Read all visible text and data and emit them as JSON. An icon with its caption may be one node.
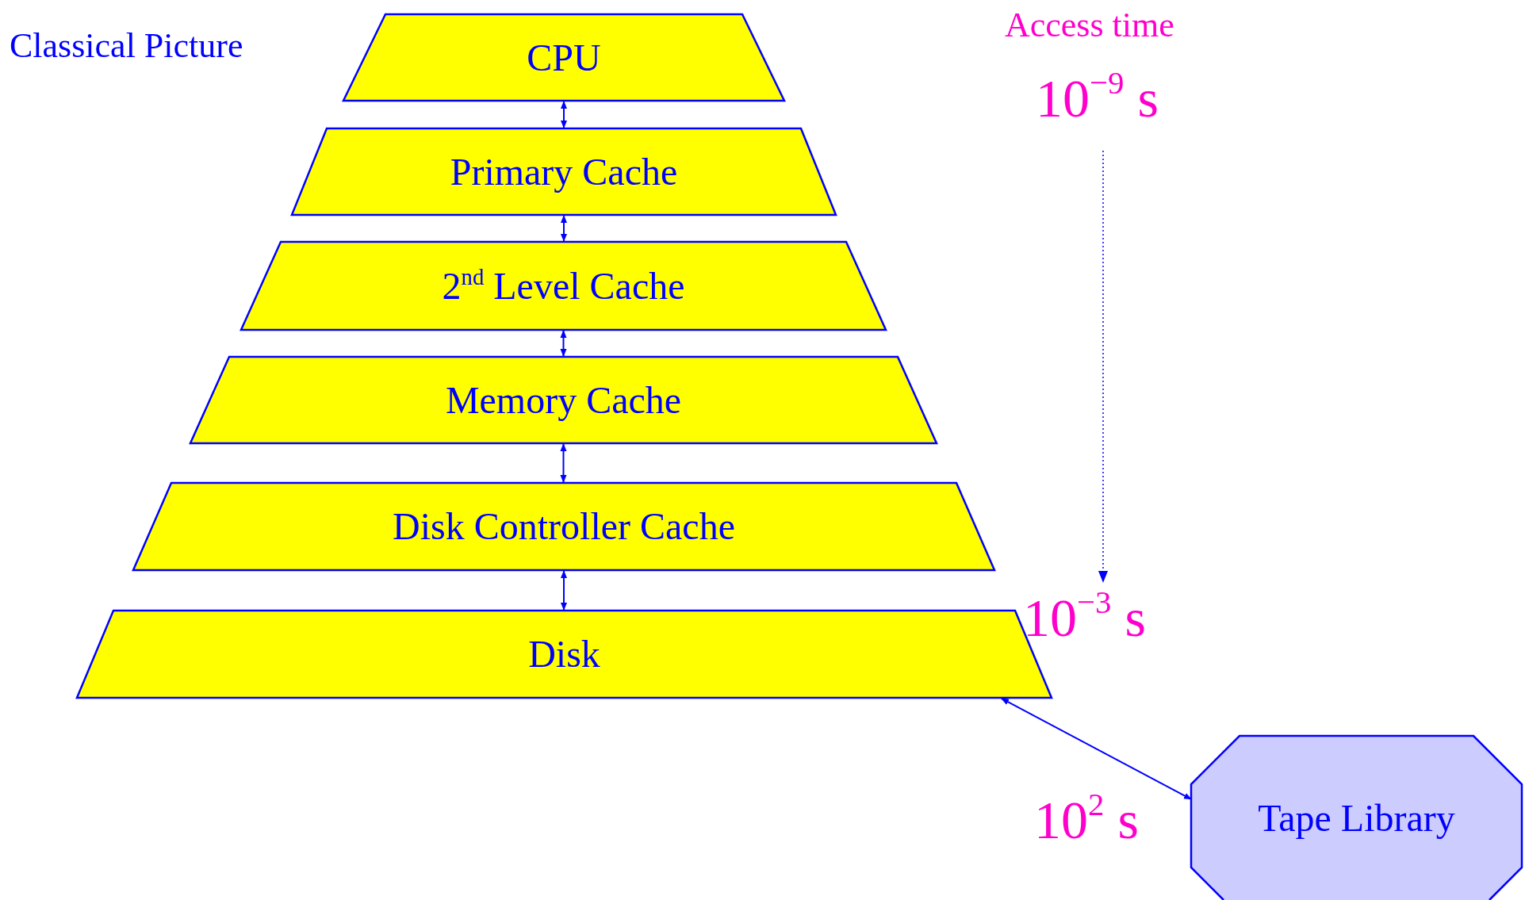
{
  "diagram": {
    "title": "Classical Picture",
    "nodes": [
      {
        "text": [
          "CPU"
        ]
      },
      {
        "text": [
          "Primary Cache"
        ]
      },
      {
        "text": [
          "2$^{nd}$ Level Cache"
        ]
      },
      {
        "text": [
          "Memory Cache"
        ]
      },
      {
        "text": [
          "Disk Controller Cache"
        ]
      },
      {
        "text": [
          "Disk"
        ]
      },
      {
        "text": [
          "Tape Library"
        ]
      }
    ],
    "edges": [
      {
        "from": 0,
        "to": 1,
        "arrow": "both"
      },
      {
        "from": 1,
        "to": 2,
        "arrow": "both"
      },
      {
        "from": 2,
        "to": 3,
        "arrow": "both"
      },
      {
        "from": 3,
        "to": 4,
        "arrow": "both"
      },
      {
        "from": 4,
        "to": 5,
        "arrow": "both"
      },
      {
        "from": 5,
        "to": 6,
        "arrow": "both"
      }
    ],
    "labels": [
      "Access time",
      "10$^{−9}$ s",
      "10$^{−3}$ s",
      "10$^{2}$ s"
    ]
  }
}
